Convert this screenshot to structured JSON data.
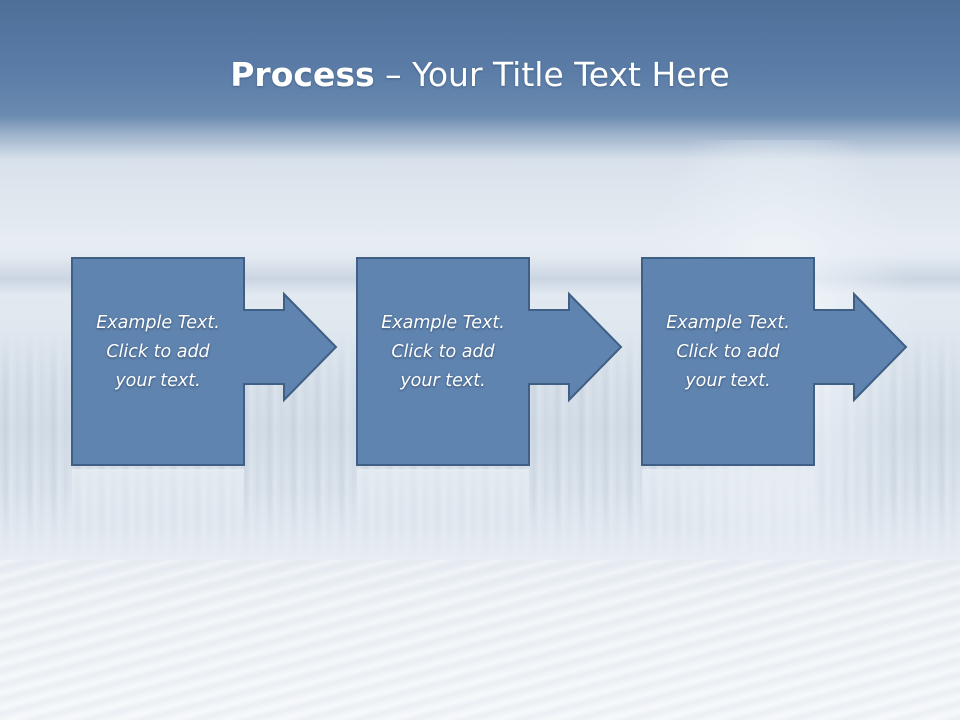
{
  "slide": {
    "title_bold": "Process",
    "title_rest": " – Your Title Text Here"
  },
  "steps": [
    {
      "lines": [
        "Example Text.",
        "Click  to add",
        "your text."
      ]
    },
    {
      "lines": [
        "Example Text.",
        "Click  to add",
        "your text."
      ]
    },
    {
      "lines": [
        "Example Text.",
        "Click  to add",
        "your text."
      ]
    }
  ],
  "colors": {
    "shape_fill": "#5f84af",
    "shape_stroke": "#3f5f85",
    "title_text": "#ffffff"
  }
}
